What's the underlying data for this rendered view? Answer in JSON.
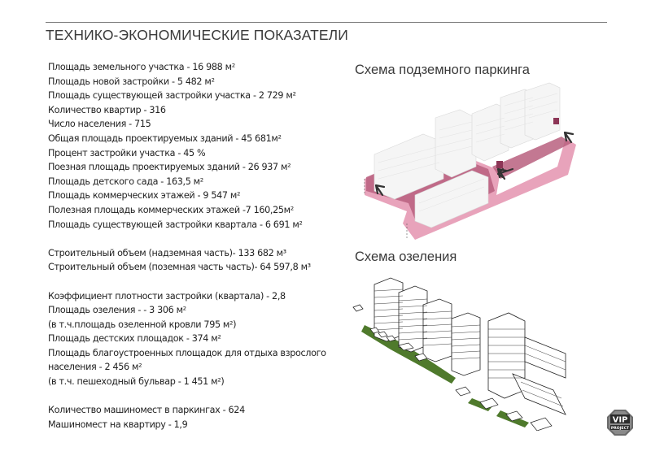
{
  "header": {
    "title": "ТЕХНИКО-ЭКОНОМИЧЕСКИЕ ПОКАЗАТЕЛИ"
  },
  "stats": {
    "groups": [
      {
        "lines": [
          "Площадь земельного участка -  16 988 м²",
          "Площадь новой застройки -  5 482 м²",
          "Площадь существующей застройки участка - 2 729 м²",
          "Количество квартир - 316",
          "Число населения - 715",
          "Общая площадь проектируемых зданий - 45 681м²",
          "Процент застройки участка  - 45 %",
          "Поезная площадь проектируемых  зданий - 26 937 м²",
          "Площадь детского сада - 163,5 м²",
          "Площадь коммерческих этажей - 9 547 м²",
          "Полезная площадь коммерческих этажей -7 160,25м²",
          "Площадь существующей застройки квартала -  6 691 м²"
        ]
      },
      {
        "lines": [
          "Строительный объем (надземная часть)- 133 682 м³",
          "Строительный объем (поземная часть часть)- 64 597,8 м³"
        ]
      },
      {
        "lines": [
          "Коэффициент плотности застройки (квартала) - 2,8",
          "Площадь озеления -  - 3 306 м²",
          "(в т.ч.площадь озеленной кровли 795 м²)",
          "Площадь дестских площадок - 374 м²",
          "Площадь благоустроенных площадок  для  отдыха взрослого",
          "населения -  2 456 м²",
          "(в т.ч. пешеходный бульвар  - 1 451 м²)"
        ]
      },
      {
        "lines": [
          "Количество машиномест в паркингах - 624",
          "Машиномест на квартиру - 1,9"
        ]
      }
    ]
  },
  "schemes": {
    "parking": {
      "title": "Схема подземного паркинга",
      "colors": {
        "parking_light": "#e8a3bb",
        "parking_dark": "#b8607f",
        "building": "#f4f4f4",
        "arrow": "#333333"
      }
    },
    "greening": {
      "title": "Схема озеления",
      "colors": {
        "green": "#4f7a2c",
        "building": "#ffffff",
        "outline": "#222222"
      }
    }
  },
  "logo": {
    "line1": "VIP",
    "line2": "PROJECT"
  }
}
